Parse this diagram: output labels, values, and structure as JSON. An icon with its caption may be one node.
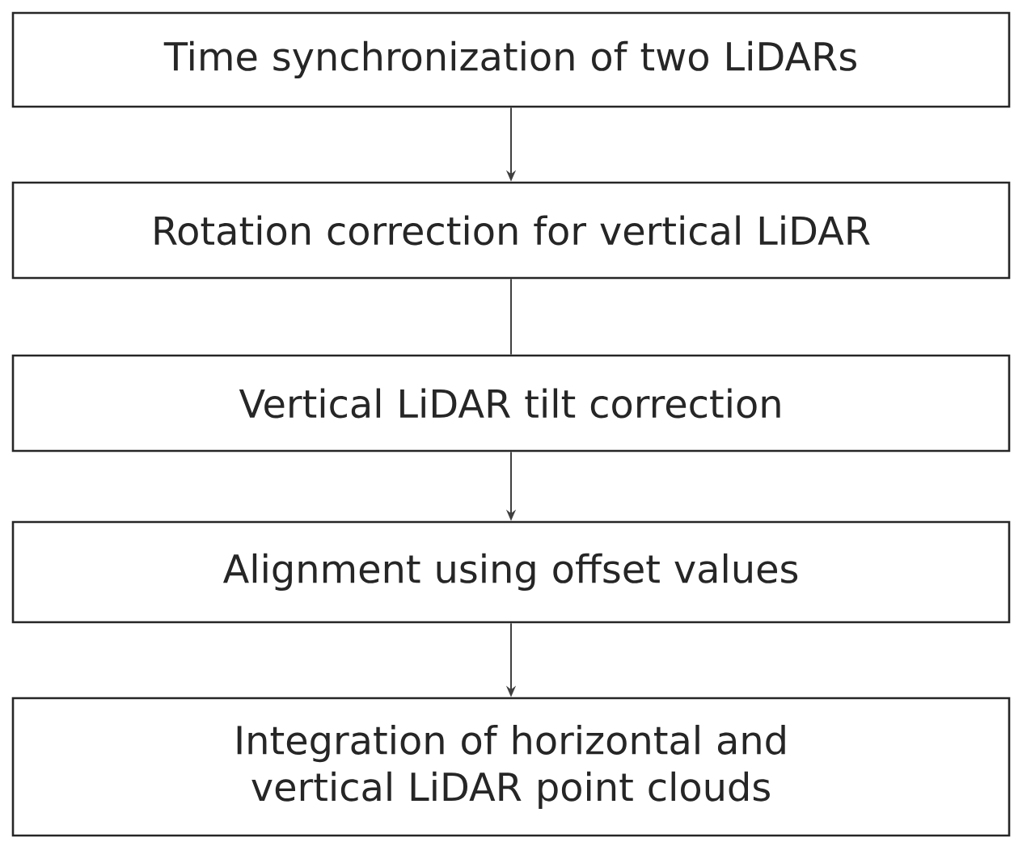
{
  "diagram": {
    "nodes": [
      {
        "text": [
          "Time synchronization of two LiDARs"
        ]
      },
      {
        "text": [
          "Rotation correction for vertical LiDAR"
        ]
      },
      {
        "text": [
          "Vertical LiDAR tilt correction"
        ]
      },
      {
        "text": [
          "Alignment using offset values"
        ]
      },
      {
        "text": [
          "Integration of horizontal and vertical LiDAR point clouds"
        ]
      }
    ],
    "edges": [
      {
        "from": 0,
        "to": 1,
        "arrow": "to"
      },
      {
        "from": 1,
        "to": 2,
        "arrow": "none"
      },
      {
        "from": 2,
        "to": 3,
        "arrow": "to"
      },
      {
        "from": 3,
        "to": 4,
        "arrow": "to"
      }
    ]
  }
}
